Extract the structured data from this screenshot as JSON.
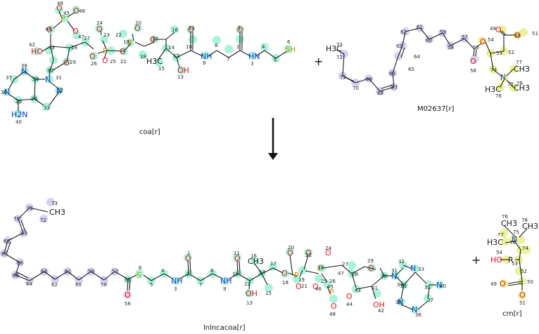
{
  "reaction": {
    "plus_sign": "+",
    "substrates": [
      {
        "id": "coa",
        "label": "coa[r]"
      },
      {
        "id": "m02637",
        "label": "M02637[r]"
      }
    ],
    "products": [
      {
        "id": "lnlncacoa",
        "label": "lnlncacoa[r]"
      },
      {
        "id": "crn",
        "label": "crn[r]"
      }
    ]
  },
  "atoms": {
    "coa": {
      "P_left": "P",
      "P_mid": "P",
      "P_right": "P",
      "O46": "O",
      "O48": "O",
      "O44": "O",
      "O42": "HO",
      "O29": "O",
      "N36": "N",
      "N38": "N",
      "N31": "N",
      "N33": "N",
      "NH2": "H2N",
      "O24": "O",
      "O25": "O",
      "O20": "O",
      "O21": "O",
      "O18": "O",
      "O26": "O",
      "O47": "O",
      "CH3a": "H3C",
      "O11": "O",
      "OH13": "OH",
      "NH9": "NH",
      "O1": "O",
      "NH3": "HN",
      "SH": "SH"
    },
    "m02637": {
      "H3C": "H3C",
      "O56": "O",
      "O54": "O",
      "O49": "O",
      "O51": "O",
      "N75": "N",
      "CH3_77": "CH3",
      "CH3_78": "CH3",
      "H3C_76": "H3C"
    },
    "lnlncacoa": {
      "CH3": "CH3",
      "O56": "O",
      "S6": "S",
      "O1": "O",
      "NH3": "NH",
      "O11": "O",
      "NH9": "NH",
      "CH3_16": "CH3",
      "OH13": "OH",
      "O18": "O",
      "P19": "P",
      "P23": "P",
      "P45": "P",
      "O20": "O",
      "O22": "O",
      "O24": "O",
      "O21": "O",
      "O25": "O",
      "O26": "O",
      "O27": "O",
      "O29": "O",
      "N31": "N",
      "N33": "N",
      "N36": "N",
      "N38": "N",
      "NH2": "N",
      "OH42": "OH",
      "O44": "O",
      "O46": "O",
      "O48": "O"
    },
    "crn": {
      "CH3_76": "CH3",
      "CH3_78": "CH3",
      "H3C_77": "H3C",
      "N": "N",
      "HO": "HO",
      "O49": "O",
      "O51": "O",
      "R": "R"
    }
  },
  "numbers": {
    "coa": [
      "48",
      "46",
      "45",
      "44",
      "47",
      "27",
      "42",
      "43",
      "28",
      "41",
      "29",
      "30",
      "37",
      "38",
      "39",
      "36",
      "35",
      "31",
      "32",
      "40",
      "34",
      "33",
      "24",
      "23",
      "26",
      "25",
      "21",
      "22",
      "19",
      "20",
      "18",
      "17",
      "16",
      "14",
      "15",
      "12",
      "11",
      "10",
      "13",
      "9",
      "8",
      "7",
      "1",
      "2",
      "4",
      "3",
      "5",
      "6"
    ],
    "m02637": [
      "73",
      "72",
      "71",
      "70",
      "69",
      "68",
      "67",
      "66",
      "65",
      "64",
      "63",
      "62",
      "61",
      "60",
      "59",
      "58",
      "57",
      "55",
      "56",
      "54",
      "53",
      "52",
      "50",
      "49",
      "51",
      "74",
      "75",
      "77",
      "78",
      "76"
    ],
    "lnlncacoa": [
      "73",
      "72",
      "71",
      "70",
      "69",
      "68",
      "67",
      "66",
      "65",
      "64",
      "63",
      "62",
      "61",
      "60",
      "59",
      "58",
      "57",
      "55",
      "56",
      "6",
      "5",
      "4",
      "3",
      "2",
      "1",
      "7",
      "8",
      "9",
      "10",
      "11",
      "12",
      "13",
      "14",
      "15",
      "16",
      "17",
      "18",
      "19",
      "20",
      "21",
      "22",
      "23",
      "24",
      "25",
      "26",
      "27",
      "28",
      "29",
      "30",
      "31",
      "32",
      "33",
      "34",
      "35",
      "36",
      "37",
      "38",
      "39",
      "40",
      "41",
      "42",
      "43",
      "44",
      "45",
      "46",
      "47",
      "48"
    ],
    "crn": [
      "76",
      "78",
      "77",
      "75",
      "79",
      "74",
      "54",
      "53",
      "52",
      "50",
      "49",
      "51"
    ]
  },
  "colors": {
    "oxygen": "#e8141c",
    "nitrogen": "#1d39d6",
    "phosphorus": "#e07a00",
    "sulfur": "#b5a000",
    "highlight_teal": "#8ef0d0",
    "highlight_lavender": "#c8c8f0",
    "highlight_yellow": "#e8f08a",
    "highlight_pink": "#e8c8f0",
    "arrow": "#111111"
  }
}
